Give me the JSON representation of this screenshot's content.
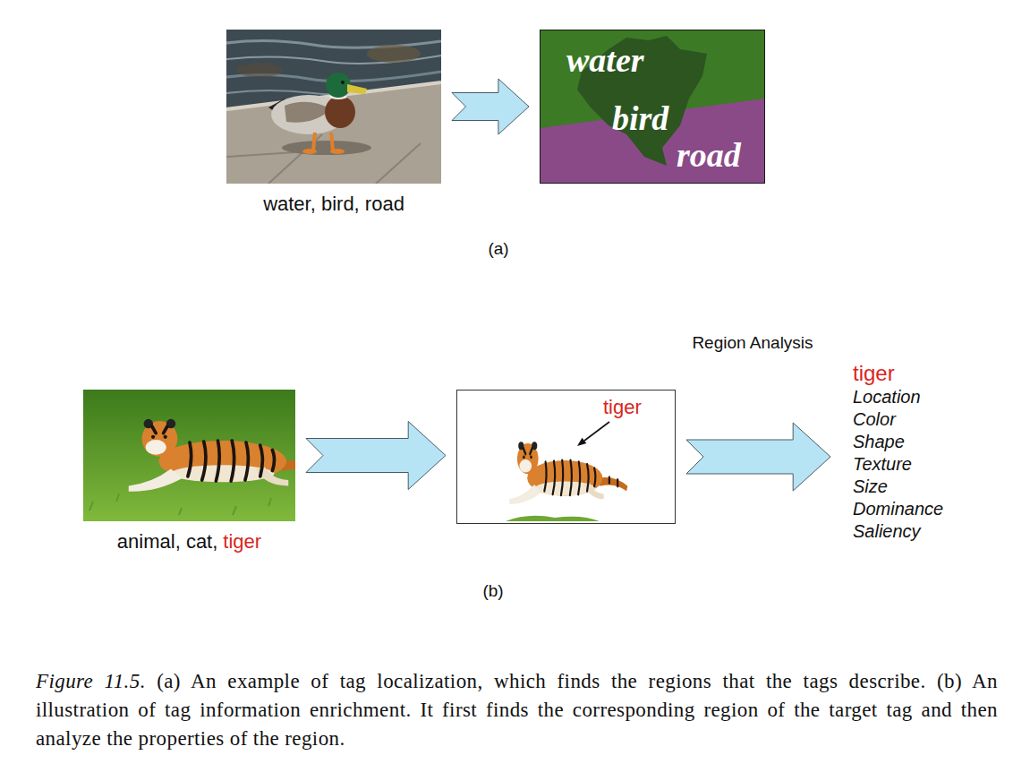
{
  "diagram": {
    "caption": "Figure 11.5. (a) An example of tag localization, which finds the regions that the tags describe. (b) An illustration of tag information enrichment. It first finds the corresponding region of the target tag and then analyze the properties of the region.",
    "nodes": [
      {
        "text": [
          "water, bird, road"
        ]
      },
      {
        "text": [
          "water",
          "bird",
          "road"
        ]
      },
      {
        "text": [
          "animal, cat,",
          "tiger"
        ]
      },
      {
        "text": [
          "tiger"
        ]
      },
      {
        "text": [
          "tiger",
          "Location",
          "Color",
          "Shape",
          "Texture",
          "Size",
          "Dominance",
          "Saliency"
        ]
      }
    ],
    "edges": [
      {
        "from": 0,
        "to": 1,
        "arrow": "to"
      },
      {
        "from": 2,
        "to": 3,
        "arrow": "to"
      },
      {
        "from": 3,
        "to": 4,
        "arrow": "to"
      }
    ],
    "labels": [
      "(a)",
      "Region Analysis",
      "(b)"
    ]
  }
}
